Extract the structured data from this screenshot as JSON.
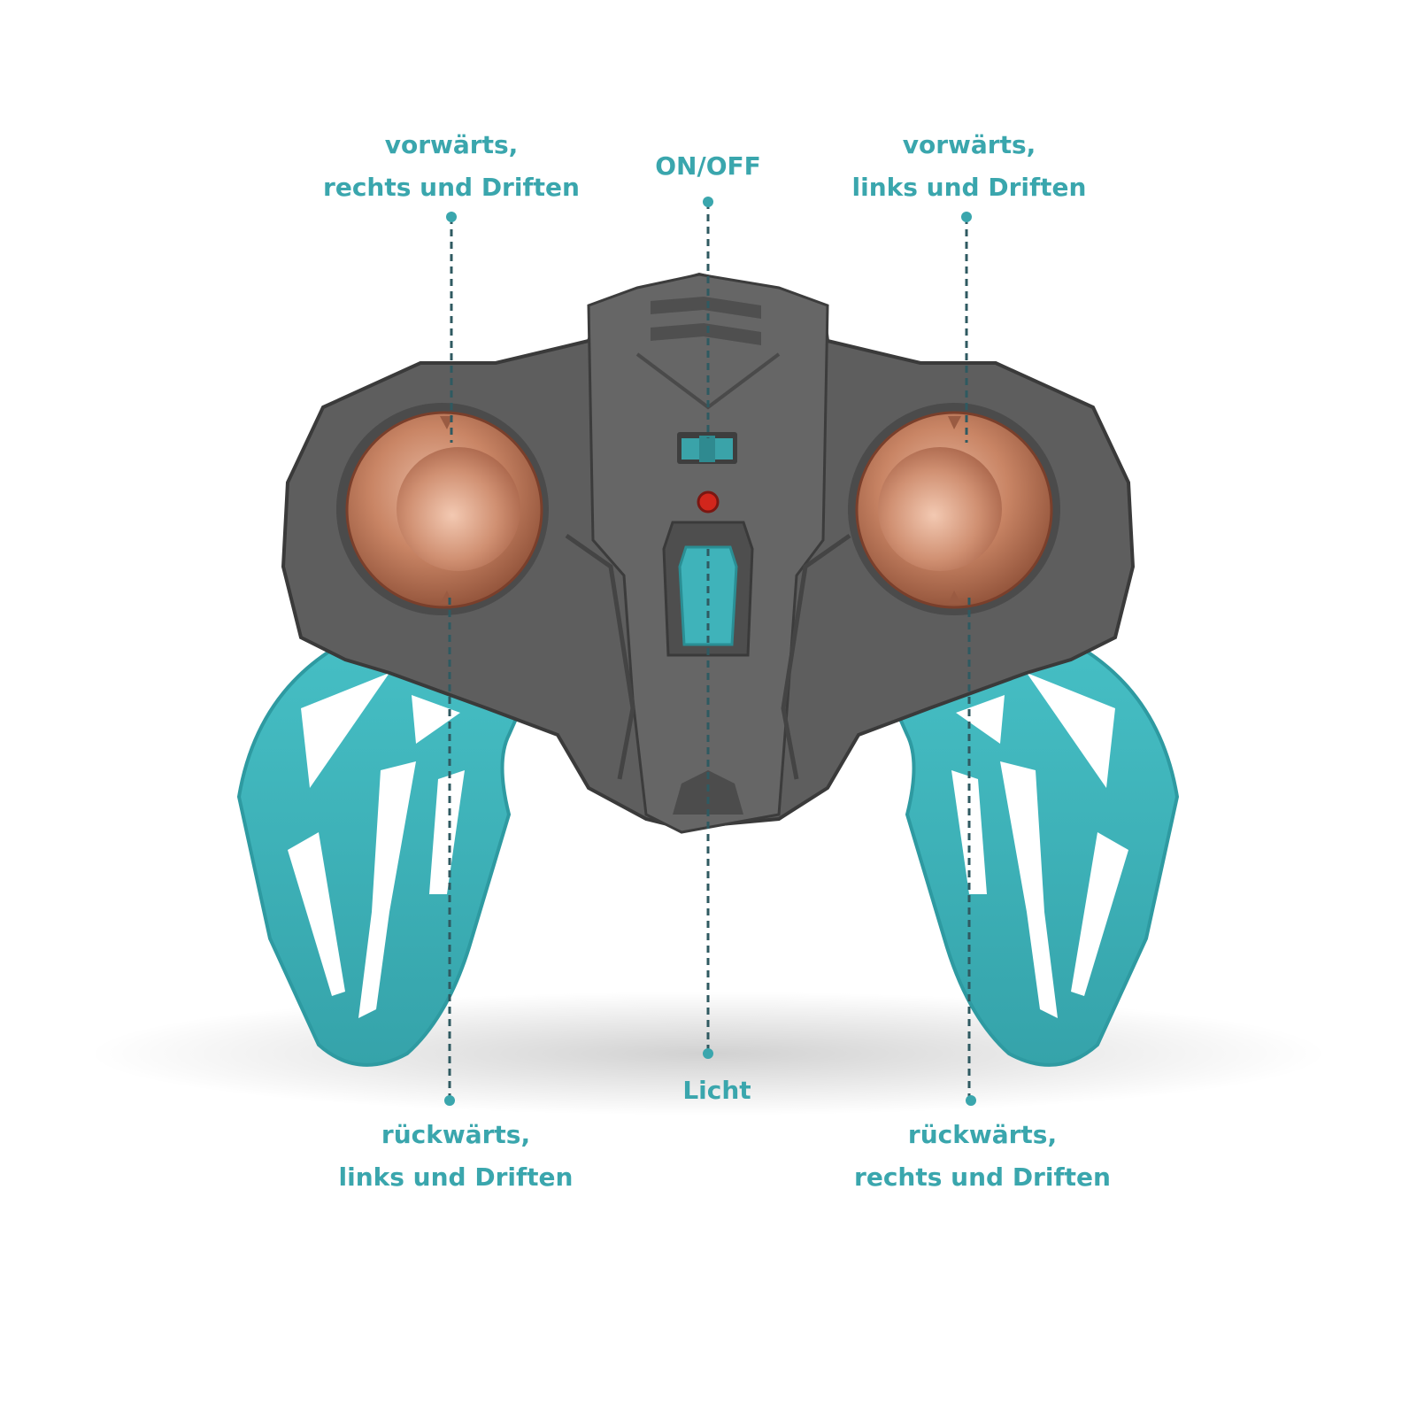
{
  "labels": {
    "top_left": {
      "line1": "vorwärts,",
      "line2": "rechts und Driften"
    },
    "top_center": {
      "line1": "ON/OFF"
    },
    "top_right": {
      "line1": "vorwärts,",
      "line2": "links und Driften"
    },
    "bottom_left": {
      "line1": "rückwärts,",
      "line2": "links und Driften"
    },
    "bottom_center": {
      "line1": "Licht"
    },
    "bottom_right": {
      "line1": "rückwärts,",
      "line2": "rechts und Driften"
    }
  },
  "colors": {
    "label_text": "#3aa6ad",
    "leader_line": "#2f5a61",
    "body_grey": "#5f5f5f",
    "grip_teal": "#3fb3ba",
    "knob_copper": "#c27a5c",
    "led_red": "#d2261c"
  }
}
